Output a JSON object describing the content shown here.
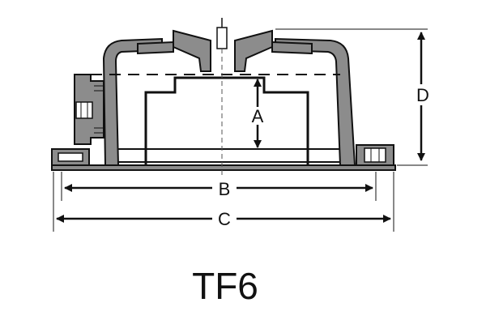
{
  "model_name": "TF6",
  "dimensions": {
    "a": "A",
    "b": "B",
    "c": "C",
    "d": "D"
  },
  "colors": {
    "body_fill": "#8c8c8c",
    "outline": "#111111",
    "background": "#ffffff"
  }
}
